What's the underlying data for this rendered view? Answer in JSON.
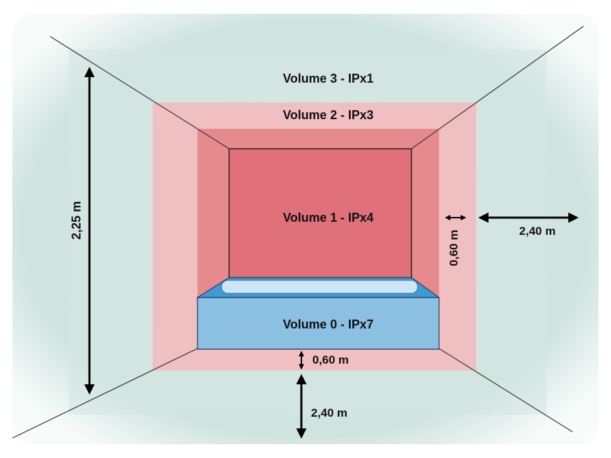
{
  "zones": {
    "volume3": {
      "label": "Volume 3 - IPx1",
      "color": "#d3e6e1"
    },
    "volume2": {
      "label": "Volume 2 - IPx3",
      "color": "#f0bfc2"
    },
    "volume2_inner": {
      "color": "#e68a8d"
    },
    "volume1": {
      "label": "Volume 1 - IPx4",
      "color": "#e0707a"
    },
    "volume0": {
      "label": "Volume 0 - IPx7",
      "color": "#8cc0e3"
    },
    "bathtub": {
      "color": "#3f9ad4",
      "basin_color": "#cfe5f5"
    }
  },
  "dimensions": {
    "height": "2,25 m",
    "side_offset": "0,60 m",
    "side_distance": "2,40 m",
    "bottom_offset": "0,60 m",
    "bottom_distance": "2,40 m"
  }
}
